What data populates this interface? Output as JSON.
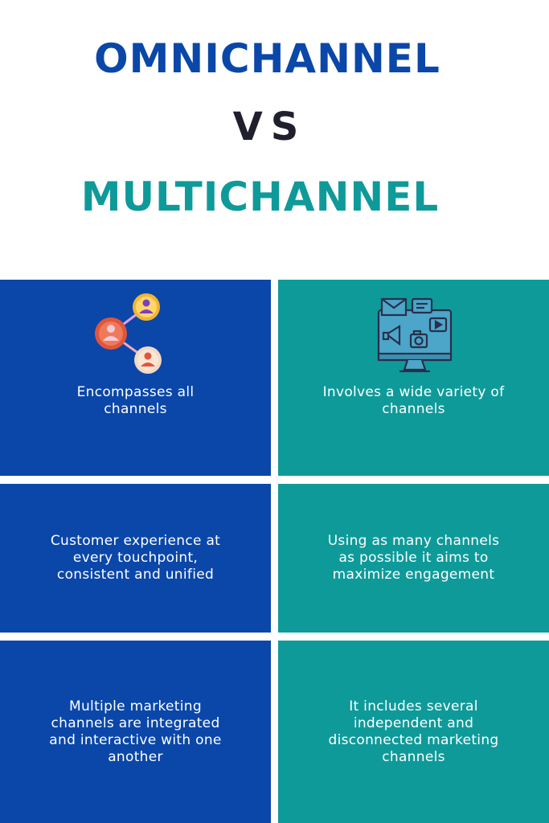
{
  "header": {
    "line1": "OMNICHANNEL",
    "line2": "VS",
    "line3": "MULTICHANNEL"
  },
  "colors": {
    "omni_blue": "#0a47a9",
    "multi_teal": "#0f9a9a",
    "vs_dark": "#1f1f2e"
  },
  "icons": {
    "left": "people-network-icon",
    "right": "multimedia-monitor-icon"
  },
  "omnichannel": [
    "Encompasses all channels",
    "Customer experience at every touchpoint, consistent and unified",
    "Multiple marketing channels are integrated and interactive with one another"
  ],
  "multichannel": [
    "Involves a wide variety of channels",
    "Using as many channels as possible it aims to maximize engagement",
    "It includes several independent and disconnected marketing channels"
  ]
}
